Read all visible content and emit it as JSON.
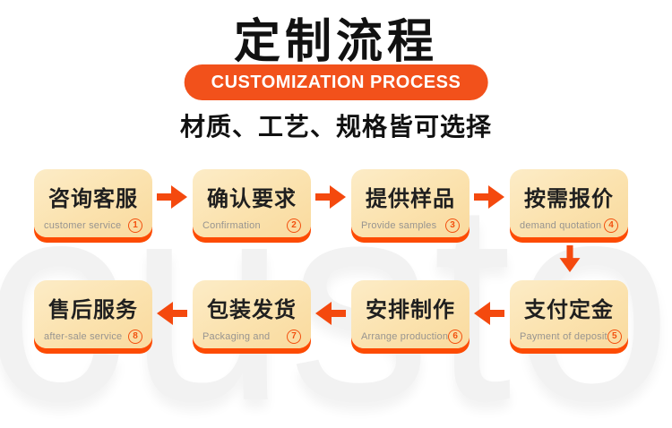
{
  "colors": {
    "accent_orange": "#F2511B",
    "arrow_orange": "#F4490E",
    "box_shadow_orange": "#FD4B03",
    "box_fill_top": "#FCECC7",
    "box_fill_bottom": "#F9DA9E",
    "title_black": "#111111",
    "english_gray": "#979490",
    "watermark_gray": "#f2f2f2"
  },
  "watermark": {
    "text": "custo"
  },
  "header": {
    "title": "定制流程",
    "badge": "CUSTOMIZATION PROCESS",
    "subtitle": "材质、工艺、规格皆可选择"
  },
  "steps": [
    {
      "title": "咨询客服",
      "subtitle": "customer service",
      "num": "1"
    },
    {
      "title": "确认要求",
      "subtitle": "Confirmation",
      "num": "2"
    },
    {
      "title": "提供样品",
      "subtitle": "Provide samples",
      "num": "3"
    },
    {
      "title": "按需报价",
      "subtitle": "demand quotation",
      "num": "4"
    },
    {
      "title": "支付定金",
      "subtitle": "Payment of deposit",
      "num": "5"
    },
    {
      "title": "安排制作",
      "subtitle": "Arrange production",
      "num": "6"
    },
    {
      "title": "包装发货",
      "subtitle": "Packaging and",
      "num": "7"
    },
    {
      "title": "售后服务",
      "subtitle": "after-sale service",
      "num": "8"
    }
  ]
}
